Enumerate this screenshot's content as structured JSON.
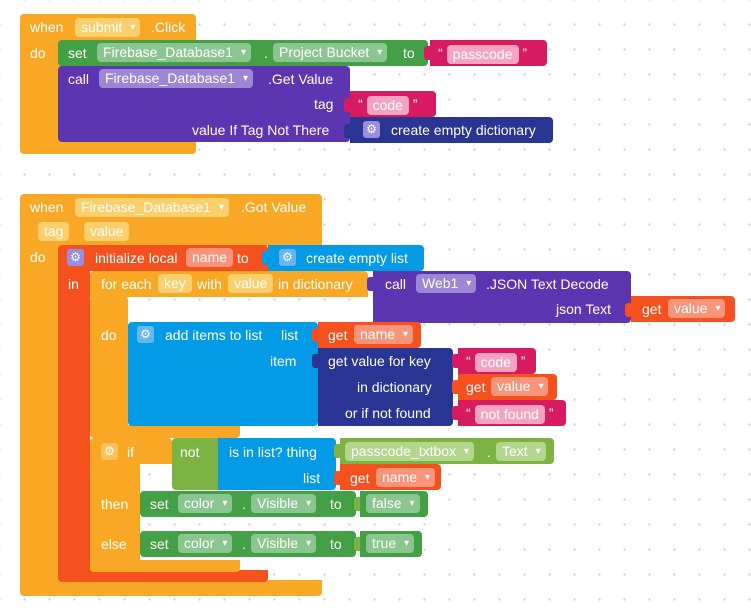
{
  "blocks": {
    "submit_event": {
      "when": "when",
      "component": "submit",
      "event": ".Click",
      "do": "do",
      "set": "set",
      "target_component": "Firebase_Database1",
      "dot": ".",
      "property": "Project Bucket",
      "to": "to",
      "quote_open": "“",
      "quote_close": "”",
      "value_text": "passcode",
      "call": "call",
      "call_component": "Firebase_Database1",
      "method": ".Get Value",
      "tag_label": "tag",
      "tag_value": "code",
      "value_if_not_there": "value If Tag Not There",
      "create_dict": "create empty dictionary"
    },
    "got_value_event": {
      "when": "when",
      "component": "Firebase_Database1",
      "event": ".Got Value",
      "param_tag": "tag",
      "param_value": "value",
      "do": "do",
      "init_local": "initialize local",
      "local_name": "name",
      "to": "to",
      "create_list": "create empty list",
      "in": "in",
      "for_each": "for each",
      "loop_var": "key",
      "with": "with",
      "loop_value": "value",
      "in_dictionary": "in dictionary",
      "call": "call",
      "web_component": "Web1",
      "json_decode": ".JSON Text Decode",
      "json_text": "json Text",
      "get": "get",
      "get_value": "value",
      "loop_do": "do",
      "add_items": "add items to list",
      "list_label": "list",
      "get_name": "name",
      "item_label": "item",
      "get_value_for_key": "get value for key",
      "key_code": "code",
      "in_dictionary2": "in dictionary",
      "or_if_not_found": "or if not found",
      "not_found": "not found",
      "if": "if",
      "not": "not",
      "is_in_list": "is in list? thing",
      "txtbox": "passcode_txtbox",
      "text_prop": "Text",
      "then": "then",
      "else": "else",
      "set": "set",
      "color_comp": "color",
      "visible_prop": "Visible",
      "false_val": "false",
      "true_val": "true"
    }
  },
  "colors": {
    "event": "#f9a825",
    "component": "#43a047",
    "procedure": "#5e35b1",
    "dictionary": "#283593",
    "text": "#d81b60",
    "variable": "#f4511e",
    "list": "#039be5",
    "logic": "#7cb342"
  }
}
